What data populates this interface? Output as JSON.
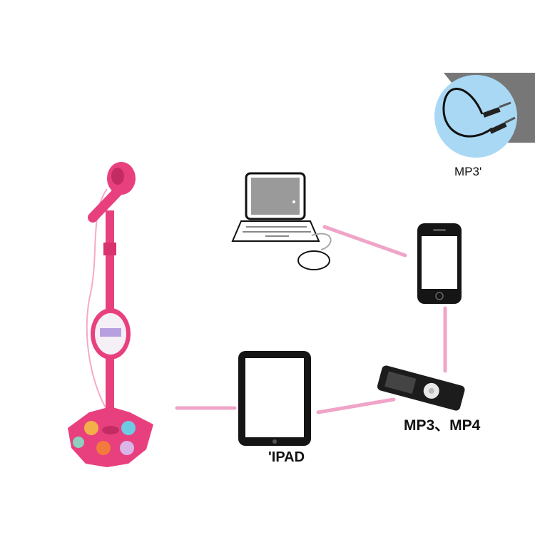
{
  "labels": {
    "cable": "MP3'",
    "mp3_mp4": "MP3、MP4",
    "ipad": "'IPAD"
  },
  "colors": {
    "connector": "#f0a4c8",
    "toy_pink": "#e8407f",
    "cable_badge": "#a8d8f4",
    "device_black": "#1a1a1a"
  },
  "items": [
    "karaoke-microphone-stand",
    "laptop",
    "smartphone",
    "tablet",
    "mp3-player",
    "aux-cable"
  ]
}
